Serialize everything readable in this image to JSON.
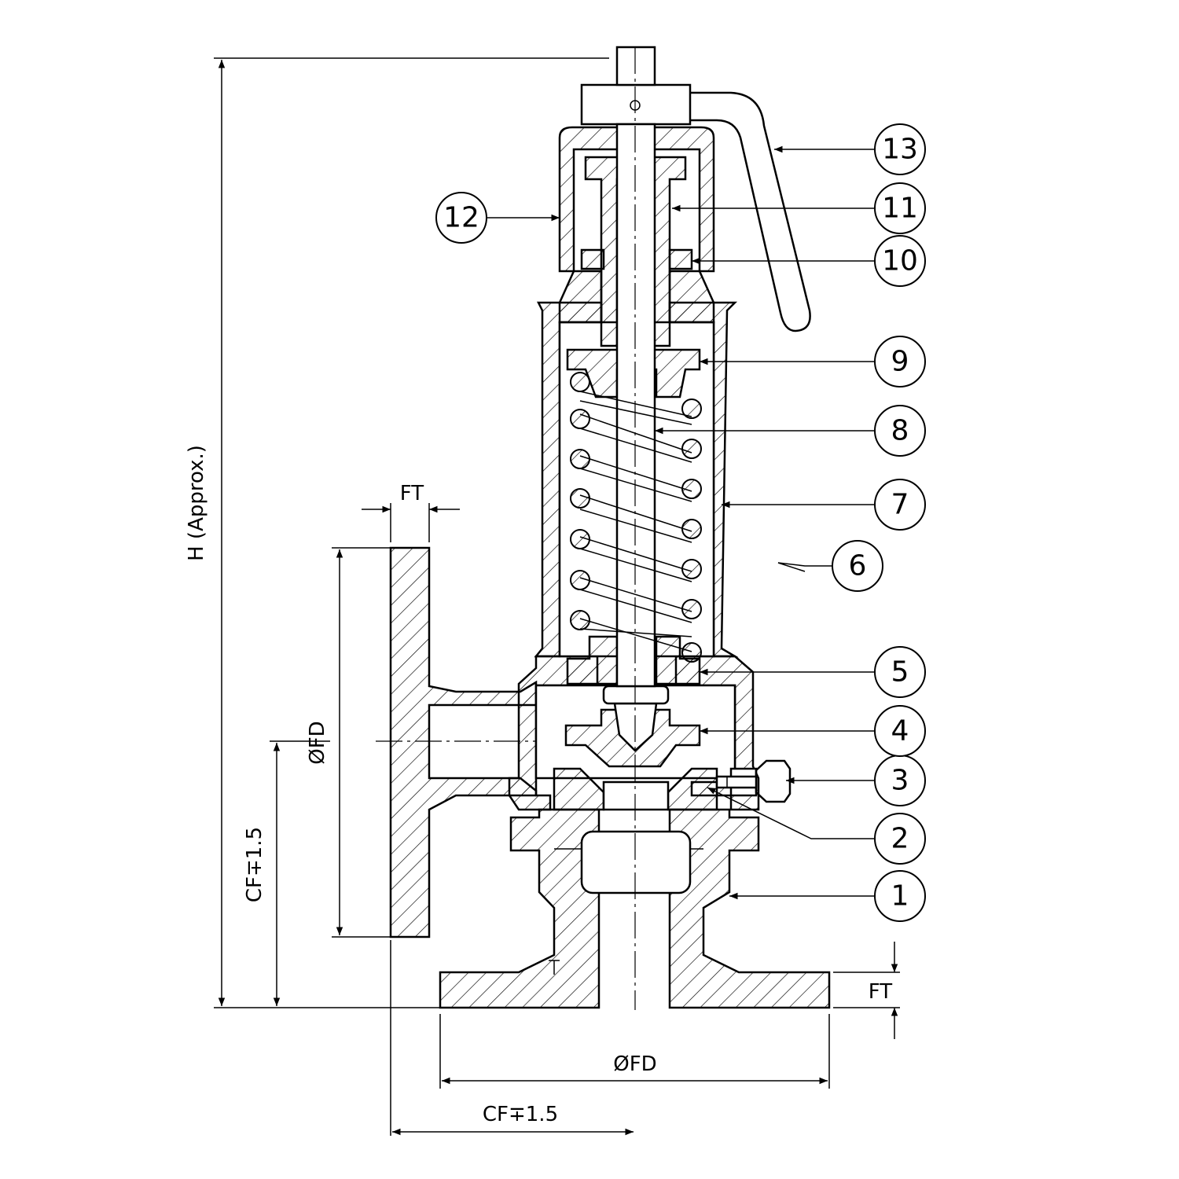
{
  "callouts": [
    {
      "id": 1,
      "label": "1"
    },
    {
      "id": 2,
      "label": "2"
    },
    {
      "id": 3,
      "label": "3"
    },
    {
      "id": 4,
      "label": "4"
    },
    {
      "id": 5,
      "label": "5"
    },
    {
      "id": 6,
      "label": "6"
    },
    {
      "id": 7,
      "label": "7"
    },
    {
      "id": 8,
      "label": "8"
    },
    {
      "id": 9,
      "label": "9"
    },
    {
      "id": 10,
      "label": "10"
    },
    {
      "id": 11,
      "label": "11"
    },
    {
      "id": 12,
      "label": "12"
    },
    {
      "id": 13,
      "label": "13"
    }
  ],
  "dimensions": {
    "height": "H (Approx.)",
    "flange_thickness_side": "FT",
    "flange_thickness_bottom": "FT",
    "flange_diameter_side": "ØFD",
    "flange_diameter_bottom": "ØFD",
    "center_to_face_side": "CF∓1.5",
    "center_to_face_bottom": "CF∓1.5"
  }
}
